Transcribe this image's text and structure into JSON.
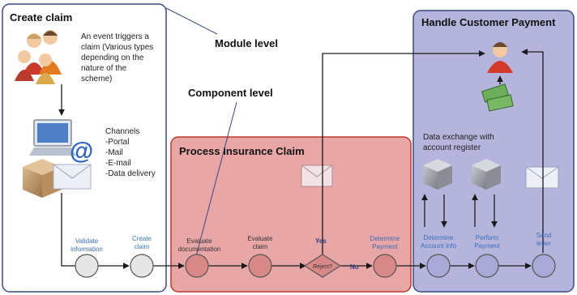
{
  "colors": {
    "create_border": "#3a4a82",
    "process_fill": "#e9a6a6",
    "process_border": "#c0392b",
    "handle_fill": "#b4b4dc",
    "handle_border": "#3a4a82",
    "node_light": "#e6e6e6",
    "node_pink": "#d98888",
    "node_blue": "#a9a9d8",
    "arrow": "#1a1a1a",
    "step_text": "#3b6fb7"
  },
  "modules": {
    "create_claim": "Create claim",
    "process_claim": "Process Insurance Claim",
    "handle_payment": "Handle Customer Payment"
  },
  "levels": {
    "module": "Module level",
    "component": "Component level"
  },
  "notes": {
    "event_lines": [
      "An event triggers a",
      "claim (Various types",
      "depending on the",
      "nature of the",
      "scheme)"
    ],
    "channels_lines": [
      "Channels",
      "-Portal",
      "-Mail",
      "-E-mail",
      "-Data delivery"
    ],
    "exchange_lines": [
      "Data exchange with",
      "account register"
    ]
  },
  "steps": [
    {
      "lines": [
        "Validate",
        "information"
      ]
    },
    {
      "lines": [
        "Create",
        "claim"
      ]
    },
    {
      "lines": [
        "Evaluate",
        "documentation"
      ]
    },
    {
      "lines": [
        "Evaluate",
        "claim"
      ]
    },
    {
      "lines": [
        "Determine",
        "Payment"
      ]
    },
    {
      "lines": [
        "Determine",
        "Account info"
      ]
    },
    {
      "lines": [
        "Perform",
        "Payment"
      ]
    },
    {
      "lines": [
        "Send",
        "letter"
      ]
    }
  ],
  "decision": {
    "label": "Reject?",
    "yes": "Yes",
    "no": "No"
  },
  "icons": [
    "people-group-icon",
    "computer-icon",
    "at-sign-icon",
    "parcel-icon",
    "envelope-icon",
    "person-icon",
    "money-icon",
    "database-box-icon"
  ]
}
